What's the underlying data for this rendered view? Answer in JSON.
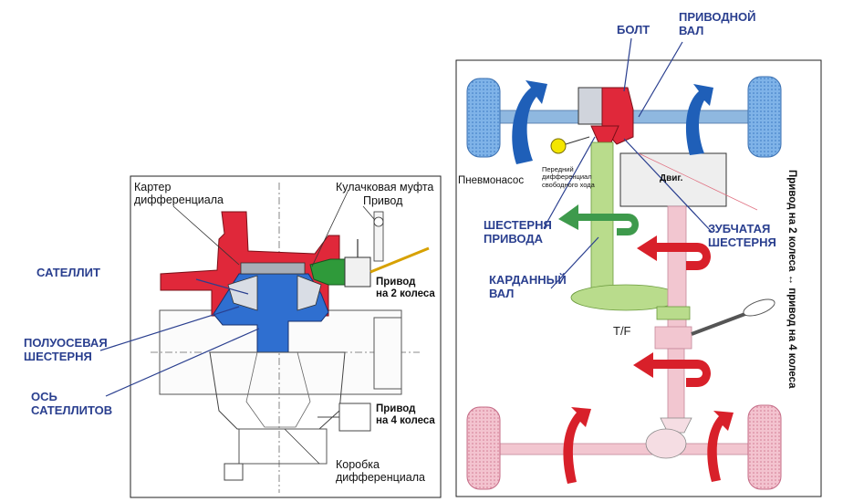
{
  "left_diagram": {
    "labels": {
      "housing": "Картер\nдифференциала",
      "dog_clutch": "Кулачковая муфта",
      "drive": "Привод",
      "two_wd": "Привод\nна 2 колеса",
      "four_wd": "Привод\nна 4 колеса",
      "diff_case": "Коробка\nдифференциала",
      "satellite": "САТЕЛЛИТ",
      "side_gear": "ПОЛУОСЕВАЯ\nШЕСТЕРНЯ",
      "pinion_axis": "ОСЬ\nСАТЕЛЛИТОВ"
    }
  },
  "right_diagram": {
    "labels": {
      "bolt": "БОЛТ",
      "drive_shaft": "ПРИВОДНОЙ\nВАЛ",
      "vacuum": "Пневмонасос",
      "front_diff": "Передний\nдифференциал\nсвободного хода",
      "engine": "Двиг.",
      "drive_gear": "ШЕСТЕРНЯ\nПРИВОДА",
      "ring_gear": "ЗУБЧАТАЯ\nШЕСТЕРНЯ",
      "cardan": "КАРДАННЫЙ\nВАЛ",
      "transfer": "T/F",
      "mode": "Привод на 2 колеса ↔ привод на 4 колеса"
    }
  },
  "colors": {
    "housing_red": "#e0283a",
    "gear_blue": "#2f6fd0",
    "clutch_green": "#2f9a3a",
    "label_blue": "#2a3f8f",
    "shaft_blue": "#8fb8e0",
    "shaft_green": "#b9dc8c",
    "rear_pink": "#f2c6d0",
    "arrow_red": "#d8202a",
    "arrow_blue": "#1f5fb8",
    "arrow_green": "#3e9a4c",
    "wheel_blue": "#7fb3e8",
    "wheel_pink": "#f0b8c8"
  }
}
